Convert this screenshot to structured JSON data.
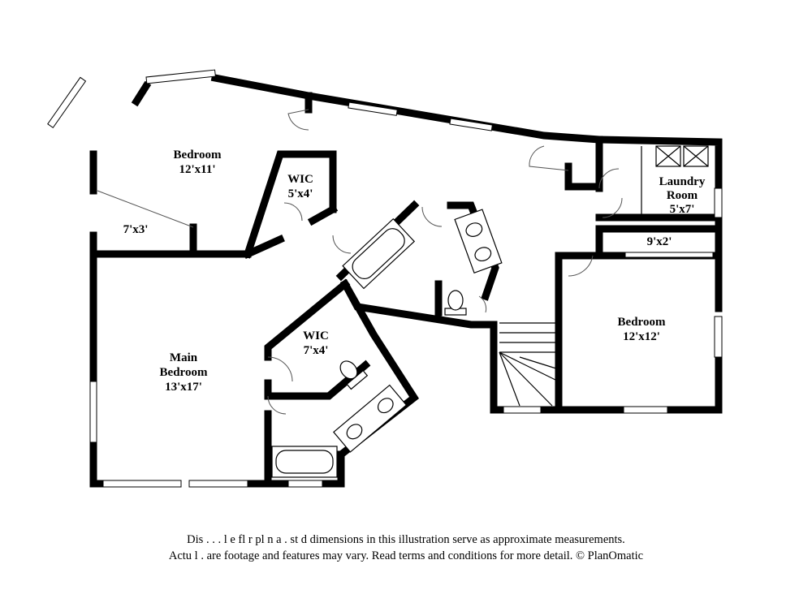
{
  "rooms": {
    "bedroom1": {
      "name": "Bedroom",
      "dims": "12'x11'"
    },
    "closet_small": {
      "dims": "7'x3'"
    },
    "wic1": {
      "name": "WIC",
      "dims": "5'x4'"
    },
    "laundry": {
      "name_line1": "Laundry",
      "name_line2": "Room",
      "dims": "5'x7'"
    },
    "closet_9x2": {
      "dims": "9'x2'"
    },
    "bedroom2": {
      "name": "Bedroom",
      "dims": "12'x12'"
    },
    "wic2": {
      "name": "WIC",
      "dims": "7'x4'"
    },
    "main_bedroom": {
      "name_line1": "Main",
      "name_line2": "Bedroom",
      "dims": "13'x17'"
    }
  },
  "disclaimer": {
    "line1": "Dis . . . l e fl  r pl  n a  . st  d dimensions in this illustration serve as approximate measurements.",
    "line2": "Actu  l  . are footage and features may vary. Read terms and conditions for more detail. © PlanOmatic"
  }
}
